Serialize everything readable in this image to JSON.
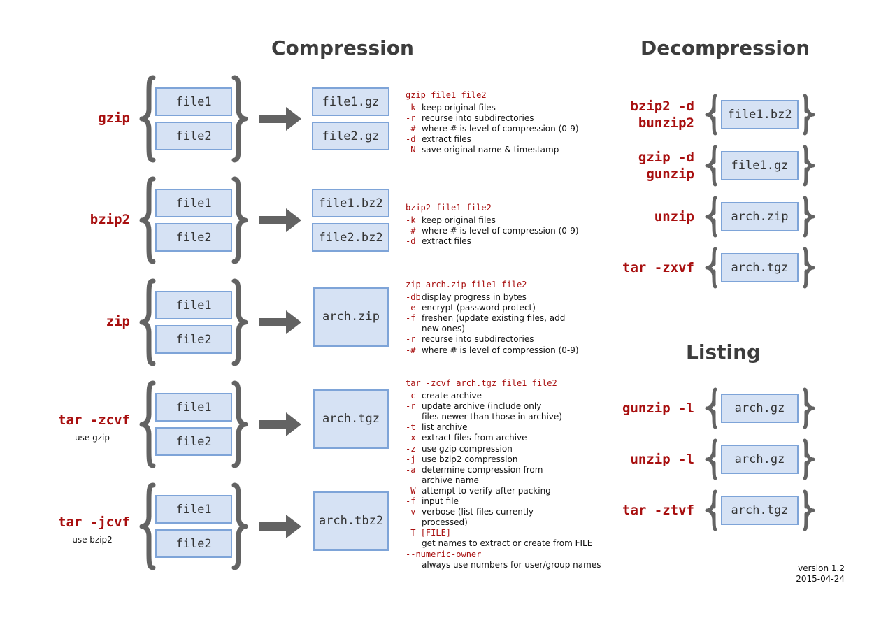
{
  "headings": {
    "compression": "Compression",
    "decompression": "Decompression",
    "listing": "Listing"
  },
  "colors": {
    "command_red": "#a80f0f",
    "bracket_gray": "#636363",
    "box_fill": "#d6e2f4",
    "box_border": "#7ea4d8",
    "heading_gray": "#3d3d3d"
  },
  "compression_rows": [
    {
      "command": "gzip",
      "sub": "",
      "inputs": [
        "file1",
        "file2"
      ],
      "outputs": [
        "file1.gz",
        "file2.gz"
      ],
      "usage": "gzip file1 file2",
      "options": [
        {
          "flag": "-k",
          "desc": "keep original files"
        },
        {
          "flag": "-r",
          "desc": "recurse into subdirectories"
        },
        {
          "flag": "-#",
          "desc": "where # is level of compression (0-9)"
        },
        {
          "flag": "-d",
          "desc": "extract files"
        },
        {
          "flag": "-N",
          "desc": "save original name & timestamp"
        }
      ]
    },
    {
      "command": "bzip2",
      "sub": "",
      "inputs": [
        "file1",
        "file2"
      ],
      "outputs": [
        "file1.bz2",
        "file2.bz2"
      ],
      "usage": "bzip2 file1 file2",
      "options": [
        {
          "flag": "-k",
          "desc": "keep original files"
        },
        {
          "flag": "-#",
          "desc": "where # is level of compression (0-9)"
        },
        {
          "flag": "-d",
          "desc": "extract files"
        }
      ]
    },
    {
      "command": "zip",
      "sub": "",
      "inputs": [
        "file1",
        "file2"
      ],
      "outputs": [
        "arch.zip"
      ],
      "usage": "zip arch.zip file1 file2",
      "options": [
        {
          "flag": "-db",
          "desc": "display progress in bytes"
        },
        {
          "flag": "-e",
          "desc": "encrypt (password protect)"
        },
        {
          "flag": "-f",
          "desc": "freshen (update existing files, add"
        },
        {
          "flag": "",
          "desc": "new ones)"
        },
        {
          "flag": "-r",
          "desc": "recurse into subdirectories"
        },
        {
          "flag": "-#",
          "desc": "where # is level of compression (0-9)"
        }
      ]
    },
    {
      "command": "tar -zcvf",
      "sub": "use gzip",
      "inputs": [
        "file1",
        "file2"
      ],
      "outputs": [
        "arch.tgz"
      ],
      "usage": "tar -zcvf arch.tgz file1 file2",
      "options": [
        {
          "flag": "-c",
          "desc": "create archive"
        },
        {
          "flag": "-r",
          "desc": "update archive (include only"
        },
        {
          "flag": "",
          "desc": "files newer than those in archive)"
        },
        {
          "flag": "-t",
          "desc": "list archive"
        },
        {
          "flag": "-x",
          "desc": "extract files from archive"
        },
        {
          "flag": "-z",
          "desc": "use gzip compression"
        },
        {
          "flag": "-j",
          "desc": "use bzip2 compression"
        },
        {
          "flag": "-a",
          "desc": "determine compression from"
        },
        {
          "flag": "",
          "desc": "archive name"
        },
        {
          "flag": "-W",
          "desc": "attempt to verify after packing"
        },
        {
          "flag": "-f",
          "desc": "input file"
        },
        {
          "flag": "-v",
          "desc": "verbose (list files currently"
        },
        {
          "flag": "",
          "desc": "processed)"
        },
        {
          "flag": "-T [FILE]",
          "desc": "",
          "full": true
        },
        {
          "flag": "",
          "desc": "get names to extract or create from FILE"
        },
        {
          "flag": "--numeric-owner",
          "desc": "",
          "full": true
        },
        {
          "flag": "",
          "desc": "always use numbers for user/group names"
        }
      ]
    },
    {
      "command": "tar -jcvf",
      "sub": "use bzip2",
      "inputs": [
        "file1",
        "file2"
      ],
      "outputs": [
        "arch.tbz2"
      ],
      "usage": "",
      "options": []
    }
  ],
  "decompression_rows": [
    {
      "lines": [
        "bzip2 -d",
        "bunzip2"
      ],
      "file": "file1.bz2"
    },
    {
      "lines": [
        "gzip -d",
        "gunzip"
      ],
      "file": "file1.gz"
    },
    {
      "lines": [
        "unzip"
      ],
      "file": "arch.zip"
    },
    {
      "lines": [
        "tar -zxvf"
      ],
      "file": "arch.tgz"
    }
  ],
  "listing_rows": [
    {
      "lines": [
        "gunzip -l"
      ],
      "file": "arch.gz"
    },
    {
      "lines": [
        "unzip -l"
      ],
      "file": "arch.gz"
    },
    {
      "lines": [
        "tar -ztvf"
      ],
      "file": "arch.tgz"
    }
  ],
  "version": {
    "label": "version 1.2",
    "date": "2015-04-24"
  }
}
